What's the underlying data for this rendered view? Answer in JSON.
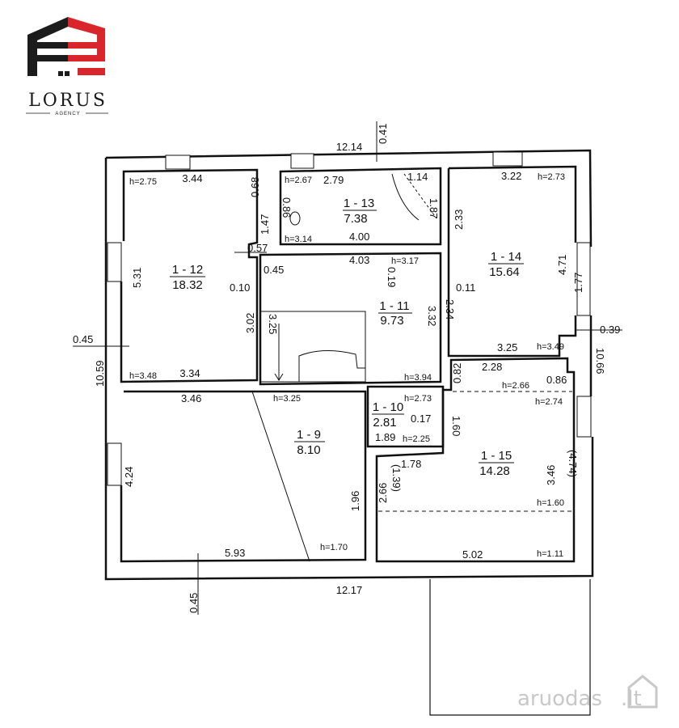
{
  "logo": {
    "name": "LORUS",
    "sub": "AGENCY"
  },
  "watermark": {
    "text": "aruodas",
    "suffix": ".lt"
  },
  "colors": {
    "logo_red": "#d9262c",
    "logo_dark": "#1c1c1c",
    "wall": "#111111"
  },
  "rooms": [
    {
      "id": "12",
      "code": "1 - 12",
      "area": "18.32"
    },
    {
      "id": "13",
      "code": "1 - 13",
      "area": "7.38"
    },
    {
      "id": "14",
      "code": "1 - 14",
      "area": "15.64"
    },
    {
      "id": "11",
      "code": "1 - 11",
      "area": "9.73"
    },
    {
      "id": "10",
      "code": "1 - 10",
      "area": "2.81"
    },
    {
      "id": "9",
      "code": "1 - 9",
      "area": "8.10"
    },
    {
      "id": "15",
      "code": "1 - 15",
      "area": "14.28"
    }
  ],
  "dims": {
    "top_total": "12.14",
    "top_041": "0.41",
    "bottom_total": "12.17",
    "left_total": "10.59",
    "right_total": "10.66",
    "left_045": "0.45",
    "bottom_045": "0.45",
    "right_039": "0.39",
    "r12_top": "3.44",
    "r12_068": "0.68",
    "r12_147": "1.47",
    "r12_057": "0.57",
    "r12_531": "5.31",
    "r12_045b": "0.45",
    "r12_010": "0.10",
    "r12_302": "3.02",
    "r12_bottom": "3.34",
    "r13_279": "2.79",
    "r13_114": "1.14",
    "r13_086": "0.86",
    "r13_187": "1.87",
    "r13_400": "4.00",
    "r14_top": "3.22",
    "r14_233": "2.33",
    "r14_471": "4.71",
    "r14_177": "1.77",
    "r14_bottom": "3.25",
    "r14_011": "0.11",
    "r11_403": "4.03",
    "r11_019": "0.19",
    "r11_325": "3.25",
    "r11_332": "3.32",
    "r11_234": "2.34",
    "r15_228": "2.28",
    "r15_082": "0.82",
    "r15_086": "0.86",
    "r15_160": "1.60",
    "r15_178": "1.78",
    "r15_266": "2.66",
    "r15_139": "(1.39)",
    "r15_346": "3.46",
    "r15_474": "(4.74)",
    "r15_bottom": "5.02",
    "r10_017": "0.17",
    "r10_189": "1.89",
    "r9_346": "3.46",
    "r9_424": "4.24",
    "r9_196": "1.96",
    "r9_593": "5.93"
  },
  "heights": {
    "r12_a": "h=2.75",
    "r12_b": "h=3.48",
    "r13_a": "h=2.67",
    "r13_b": "h=3.14",
    "r14_a": "h=2.73",
    "r14_b": "h=3.49",
    "r11_a": "h=3.17",
    "r11_b": "h=3.94",
    "r10_a": "h=2.73",
    "r10_b": "h=2.25",
    "r9_a": "h=3.25",
    "r9_b": "h=1.70",
    "r15_a": "h=2.66",
    "r15_b": "h=2.74",
    "r15_c": "h=1.60",
    "r15_d": "h=1.11"
  }
}
